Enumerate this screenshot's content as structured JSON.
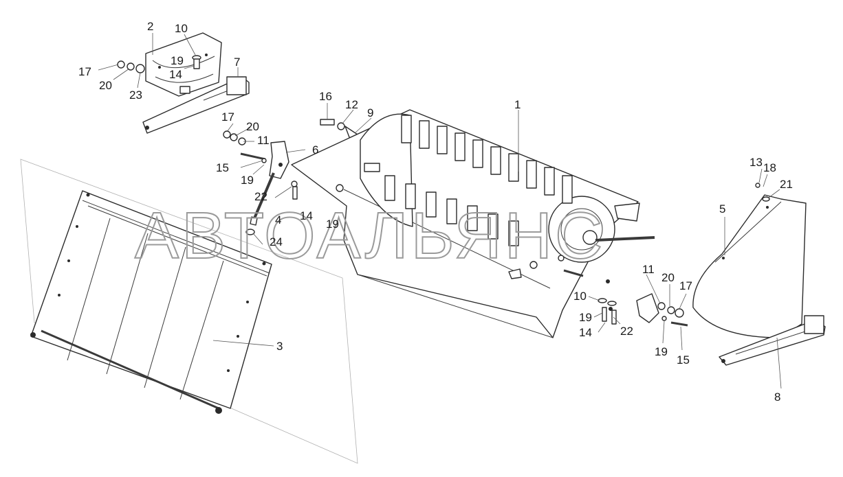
{
  "watermark": "АВТОАЛЬЯНС",
  "callouts": [
    "1",
    "2",
    "3",
    "4",
    "5",
    "6",
    "7",
    "8",
    "9",
    "10",
    "11",
    "12",
    "13",
    "14",
    "15",
    "16",
    "17",
    "18",
    "19",
    "20",
    "21",
    "22",
    "23",
    "24"
  ],
  "labels": {
    "c1": "1",
    "c2": "2",
    "c3": "3",
    "c4": "4",
    "c5": "5",
    "c6": "6",
    "c7": "7",
    "c8": "8",
    "c9": "9",
    "c10a": "10",
    "c10b": "10",
    "c11a": "11",
    "c11b": "11",
    "c12": "12",
    "c13": "13",
    "c14a": "14",
    "c14b": "14",
    "c14c": "14",
    "c15a": "15",
    "c15b": "15",
    "c16": "16",
    "c17a": "17",
    "c17b": "17",
    "c17c": "17",
    "c18": "18",
    "c19a": "19",
    "c19b": "19",
    "c19c": "19",
    "c19d": "19",
    "c19e": "19",
    "c20a": "20",
    "c20b": "20",
    "c20c": "20",
    "c21": "21",
    "c22a": "22",
    "c22b": "22",
    "c23": "23",
    "c24": "24"
  }
}
